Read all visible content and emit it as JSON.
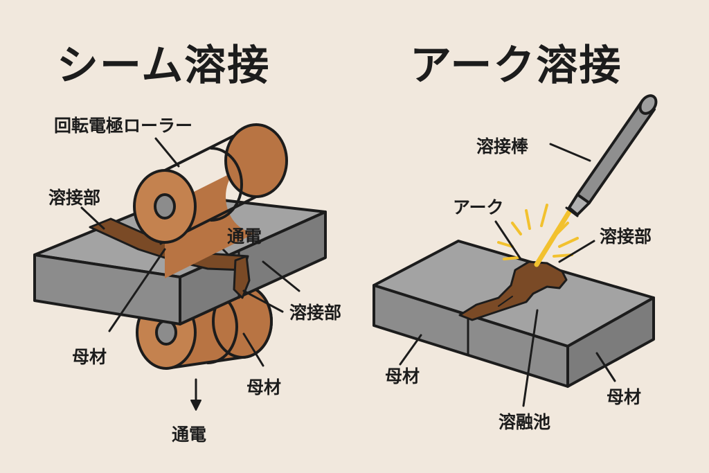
{
  "seam": {
    "title": "シーム溶接",
    "labels": {
      "roller": "回転電極ローラー",
      "weld_left": "溶接部",
      "current_top": "通電",
      "weld_right": "溶接部",
      "base_left": "母材",
      "base_right": "母材",
      "current_bottom": "通電"
    }
  },
  "arc": {
    "title": "アーク溶接",
    "labels": {
      "electrode": "溶接棒",
      "arc": "アーク",
      "weld": "溶接部",
      "base_left": "母材",
      "pool": "溶融池",
      "base_right": "母材"
    }
  },
  "colors": {
    "background": "#f1e8dd",
    "copper": "#b87443",
    "steel": "#8c8c8c",
    "weld_bead": "#7a4a26",
    "arc_spark": "#f2c12e",
    "outline": "#1c1c1c"
  }
}
